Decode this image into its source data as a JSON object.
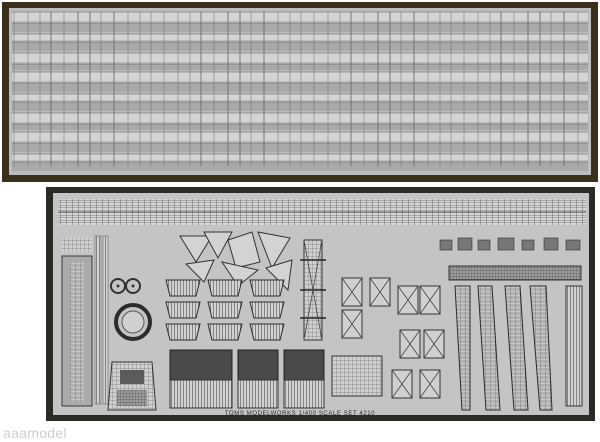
{
  "photo": {
    "subject": "photo-etched brass fret sheets",
    "upper_fret_label": "",
    "lower_fret_label": "TOMS MODELWORKS   1/400 SCALE   SET 4210",
    "watermark": "aaamodel"
  }
}
